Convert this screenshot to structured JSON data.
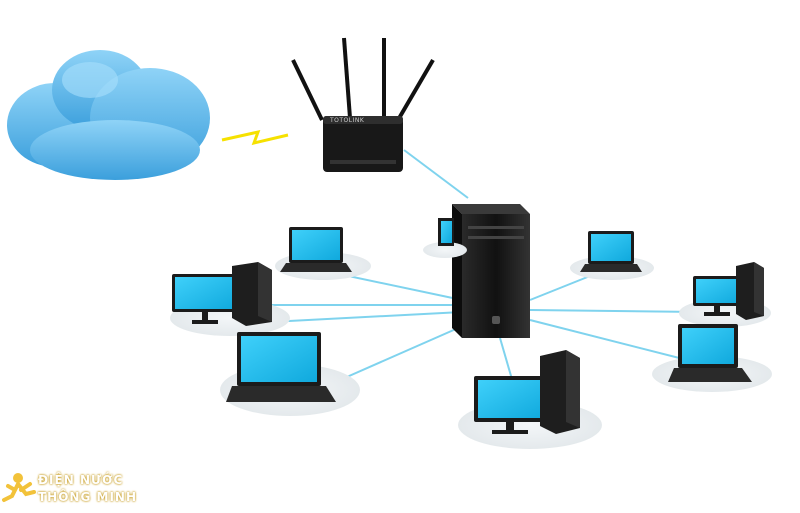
{
  "diagram": {
    "router_label": "TOTOLINK",
    "colors": {
      "cloud": "#5bb4e8",
      "link": "#7fd3ee",
      "lightning": "#f6e100",
      "screen": "#1ebff0",
      "device": "#1b1b1b"
    },
    "icons": [
      "cloud-icon",
      "router-icon",
      "server-icon",
      "laptop-icon",
      "desktop-icon"
    ]
  },
  "watermark": {
    "line1": "ĐIỆN NƯỚC",
    "line2": "THÔNG MINH"
  }
}
